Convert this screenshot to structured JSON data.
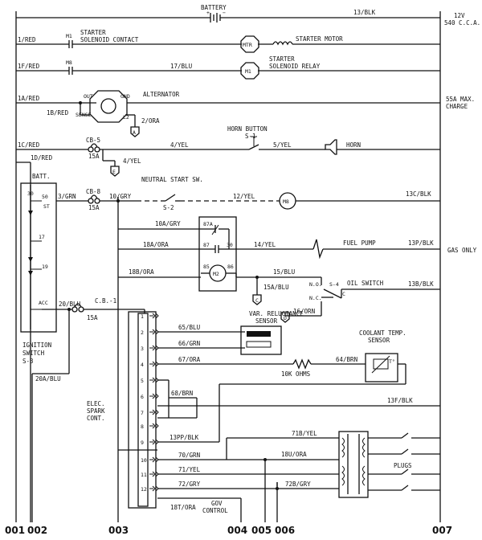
{
  "top": {
    "battery": "BATTERY",
    "spec1": "12V",
    "spec2": "540 C.C.A.",
    "w13": "13/BLK"
  },
  "row1": {
    "wire": "1/RED",
    "comp": "M1",
    "desc1": "STARTER",
    "desc2": "SOLENOID CONTACT",
    "motor": "MTR",
    "motor_label": "STARTER MOTOR"
  },
  "row2": {
    "wire": "1F/RED",
    "comp": "M8",
    "w17": "17/BLU",
    "coil": "M1",
    "desc1": "STARTER",
    "desc2": "SOLENOID RELAY"
  },
  "row3": {
    "wire": "1A/RED",
    "out": "OUT",
    "gnd": "GND",
    "sense": "SENSE",
    "l2": "L2",
    "alt": "ALTERNATOR",
    "w1b": "1B/RED",
    "w2": "2/ORA",
    "conn": "A",
    "charge1": "55A MAX.",
    "charge2": "CHARGE"
  },
  "row4": {
    "wire": "1C/RED",
    "cb": "CB-5",
    "amps": "15A",
    "w4": "4/YEL",
    "w4b": "4/YEL",
    "conn": "E",
    "hornbtn": "HORN BUTTON",
    "s1": "S-1",
    "w5": "5/YEL",
    "horn": "HORN",
    "w1d": "1D/RED"
  },
  "row5": {
    "batt": "BATT.",
    "t30": "30",
    "t50": "50",
    "st": "ST",
    "t17": "17",
    "t19": "19",
    "acc": "ACC",
    "w3": "3/GRN",
    "cb": "CB-8",
    "amps": "15A",
    "w10": "10/GRY",
    "nss": "NEUTRAL START SW.",
    "s2": "S-2",
    "w12": "12/YEL",
    "m8": "M8",
    "w13c": "13C/BLK"
  },
  "relay": {
    "w10a": "10A/GRY",
    "r87a": "87A",
    "r87": "87",
    "r30": "30",
    "r85": "85",
    "r86": "86",
    "m2": "M2"
  },
  "fuel": {
    "w18a": "18A/ORA",
    "w14": "14/YEL",
    "pump": "FUEL PUMP",
    "w13p": "13P/BLK",
    "gas": "GAS ONLY"
  },
  "oil": {
    "w18b": "18B/ORA",
    "w15": "15/BLU",
    "w15a": "15A/BLU",
    "conn_c": "C",
    "no": "N.O.",
    "s4": "S-4",
    "oilsw": "OIL SWITCH",
    "nc": "N.C.",
    "cterm": "C",
    "w16": "16/ORN",
    "conn_d": "D",
    "w13b": "13B/BLK"
  },
  "ign": {
    "w20": "20/BLU",
    "cb1": "C.B.-1",
    "amps": "15A",
    "switch1": "IGNITION",
    "switch2": "SWITCH",
    "switch3": "S-3",
    "w20a": "20A/BLU"
  },
  "ecu": {
    "pins": [
      "1",
      "2",
      "3",
      "4",
      "5",
      "6",
      "7",
      "8",
      "9",
      "10",
      "11",
      "12"
    ],
    "label1": "ELEC.",
    "label2": "SPARK",
    "label3": "CONT.",
    "w65": "65/BLU",
    "w66": "66/GRN",
    "w67": "67/ORA",
    "w68": "68/BRN",
    "w13pp": "13PP/BLK",
    "w70": "70/GRN",
    "w71": "71/YEL",
    "w72": "72/GRY",
    "w18t": "18T/ORA",
    "gov1": "GOV",
    "gov2": "CONTROL"
  },
  "sensors": {
    "var1": "VAR. RELUCTANCE",
    "var2": "SENSOR",
    "w64": "64/BRN",
    "ohms": "10K OHMS",
    "ct1": "COOLANT TEMP.",
    "ct2": "SENSOR",
    "tstar": "T°",
    "w13f": "13F/BLK"
  },
  "coils": {
    "w71b": "71B/YEL",
    "w18u": "18U/ORA",
    "w72b": "72B/GRY",
    "plugs": "PLUGS"
  },
  "grid": [
    "001",
    "002",
    "003",
    "004",
    "005",
    "006",
    "007"
  ]
}
